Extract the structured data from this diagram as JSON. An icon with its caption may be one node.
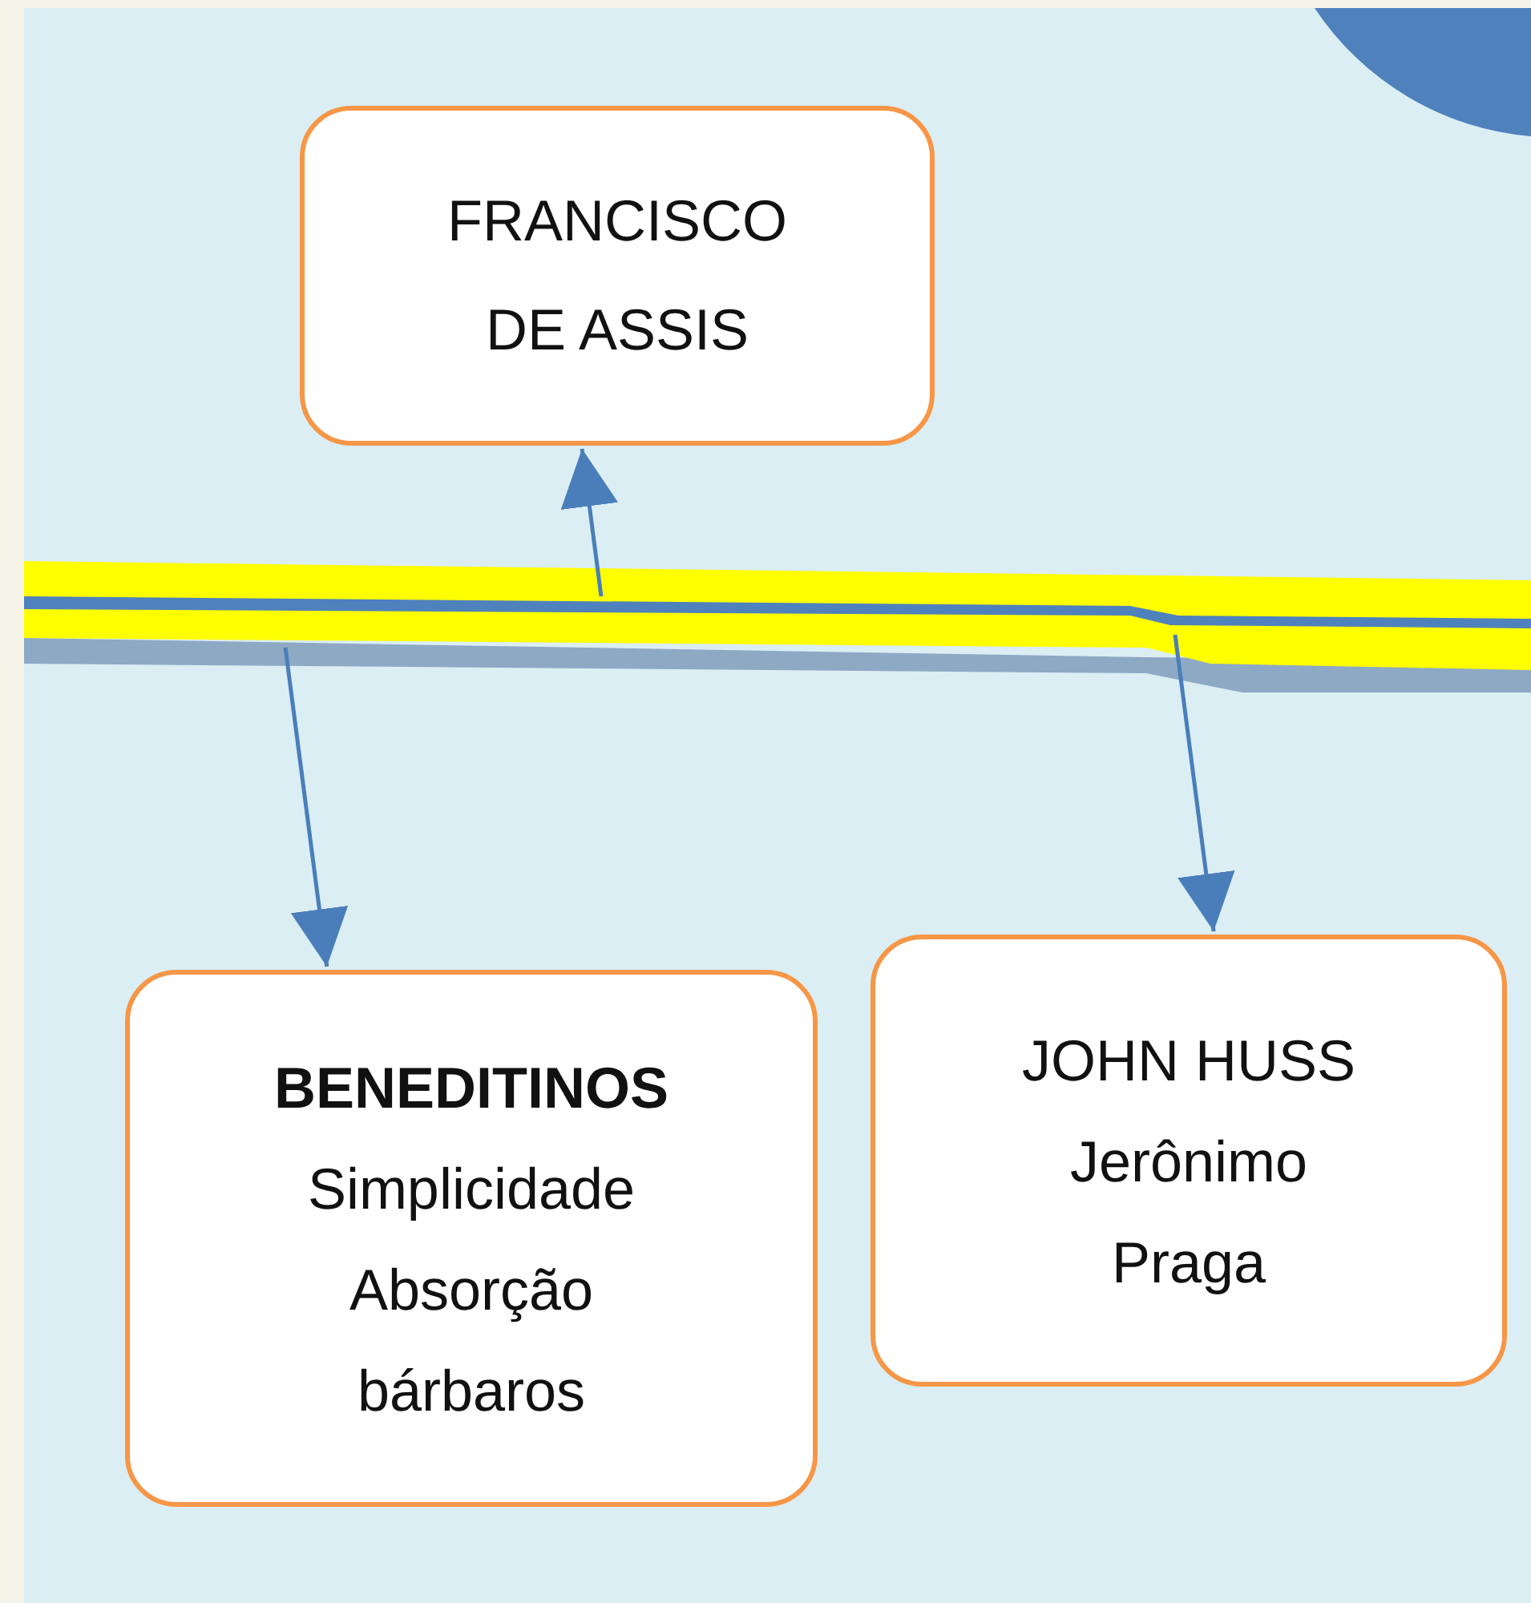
{
  "diagram": {
    "nodes": [
      {
        "text": [
          "FRANCISCO DE ASSIS"
        ]
      },
      {
        "text": [
          "BENEDITINOS",
          "Simplicidade",
          "Absorção bárbaros"
        ]
      },
      {
        "text": [
          "JOHN HUSS",
          "Jerônimo",
          "Praga"
        ]
      },
      {
        "text": [],
        "shape": "bar"
      },
      {
        "text": [],
        "shape": "circle"
      }
    ],
    "edges": [
      {
        "from": 3,
        "to": 0,
        "arrow": "to"
      },
      {
        "from": 3,
        "to": 1,
        "arrow": "to"
      },
      {
        "from": 3,
        "to": 2,
        "arrow": "to"
      }
    ]
  }
}
